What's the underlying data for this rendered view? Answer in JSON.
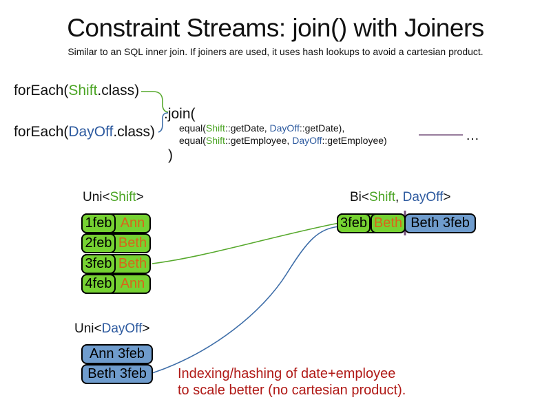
{
  "colors": {
    "text_black": "#111111",
    "shift_green": "#4aa423",
    "dayoff_blue": "#2d5a9f",
    "employee_orange": "#d9641a",
    "green_fill": "#76d232",
    "blue_fill": "#6f9ccd",
    "note_red": "#b01916",
    "purple": "#75507b",
    "line_green": "#57a92d",
    "line_blue": "#3d6da8"
  },
  "header": {
    "title": "Constraint Streams: join() with Joiners",
    "subtitle": "Similar to an SQL inner join. If joiners are used, it uses hash lookups to avoid a cartesian product."
  },
  "code": {
    "foreach_shift": {
      "pre": "forEach(",
      "cls": "Shift",
      "post": ".class)"
    },
    "foreach_dayoff": {
      "pre": "forEach(",
      "cls": "DayOff",
      "post": ".class)"
    },
    "join_open": ".join(",
    "joiners": [
      {
        "pre": "equal(",
        "a": "Shift",
        "mid": "::getDate, ",
        "b": "DayOff",
        "post": "::getDate),"
      },
      {
        "pre": "equal(",
        "a": "Shift",
        "mid": "::getEmployee, ",
        "b": "DayOff",
        "post": "::getEmployee)"
      }
    ],
    "join_close": ")",
    "ellipsis": "…"
  },
  "uni_shift": {
    "label": {
      "pre": "Uni<",
      "type": "Shift",
      "post": ">"
    },
    "rows": [
      {
        "date": "1feb",
        "employee": "Ann"
      },
      {
        "date": "2feb",
        "employee": "Beth"
      },
      {
        "date": "3feb",
        "employee": "Beth"
      },
      {
        "date": "4feb",
        "employee": "Ann"
      }
    ]
  },
  "bi": {
    "label": {
      "pre": "Bi<",
      "t1": "Shift",
      "sep": ", ",
      "t2": "DayOff",
      "post": ">"
    },
    "row": {
      "date": "3feb",
      "employee": "Beth",
      "pair": "Beth 3feb"
    }
  },
  "uni_dayoff": {
    "label": {
      "pre": "Uni<",
      "type": "DayOff",
      "post": ">"
    },
    "rows": [
      "Ann 3feb",
      "Beth 3feb"
    ]
  },
  "note": {
    "line1": "Indexing/hashing of date+employee",
    "line2": "to scale better (no cartesian product)."
  }
}
